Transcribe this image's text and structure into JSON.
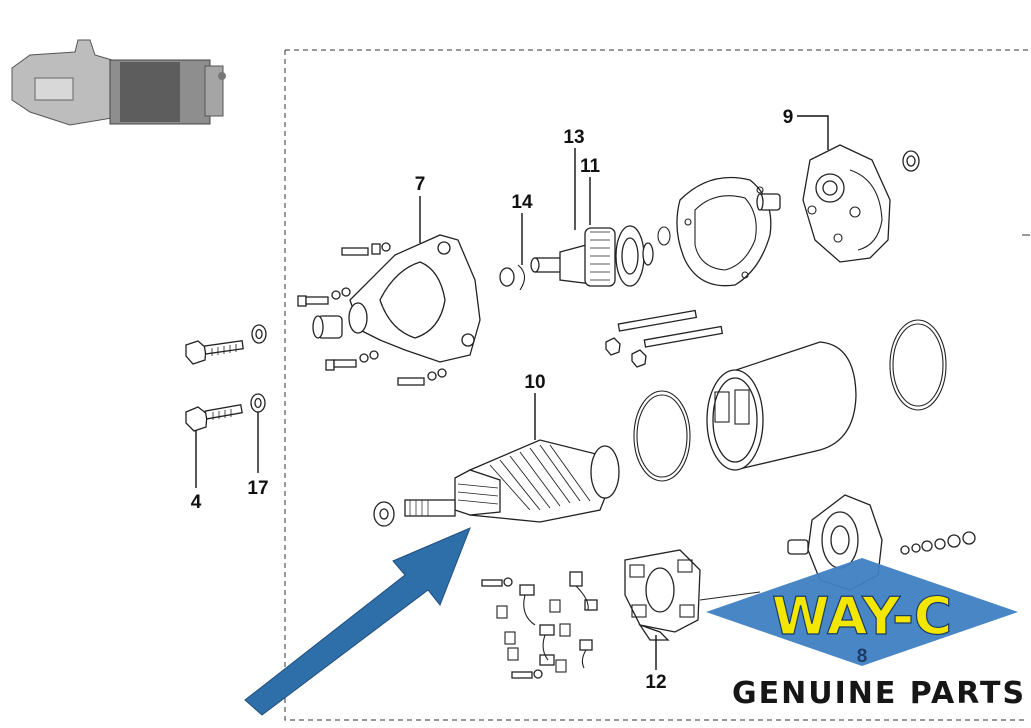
{
  "callouts": {
    "c4": "4",
    "c7": "7",
    "c8": "8",
    "c9": "9",
    "c10": "10",
    "c11": "11",
    "c12": "12",
    "c13": "13",
    "c14": "14",
    "c17": "17"
  },
  "logo": {
    "wordmark": "WAY-C",
    "tagline": "GENUINE PARTS"
  },
  "colors": {
    "logo_fill": "#3f7fc2",
    "logo_text": "#f3e600",
    "arrow": "#2f6fa9",
    "line": "#222222"
  },
  "icons": {
    "pointer": "arrow-icon",
    "thumbnail": "starter-motor-icon"
  }
}
